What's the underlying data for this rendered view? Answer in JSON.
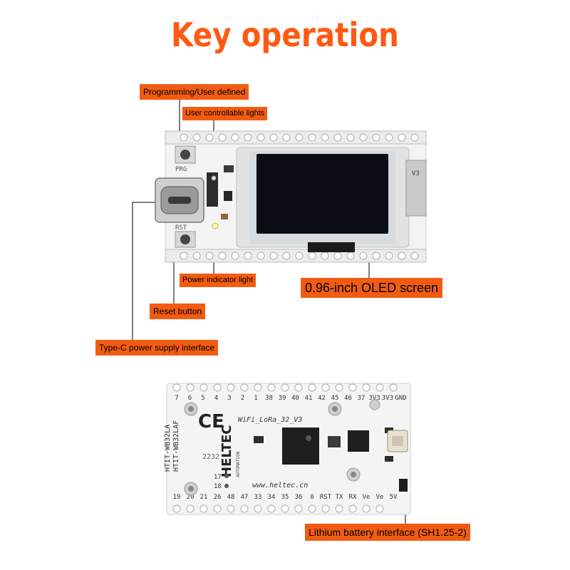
{
  "title": "Key operation",
  "labels": {
    "prog": "Programming/User defined",
    "user_lights": "User controllable lights",
    "power_light": "Power indicator light",
    "oled": "0.96-inch OLED screen",
    "reset": "Reset button",
    "typec": "Type-C power supply interface",
    "battery": "Lithium battery interface (SH1.25-2)"
  },
  "board_top": {
    "prg_text": "PRG",
    "rst_text": "RST",
    "version": "V3"
  },
  "board_bottom": {
    "top_pins": [
      "7",
      "6",
      "5",
      "4",
      "3",
      "2",
      "1",
      "38",
      "39",
      "40",
      "41",
      "42",
      "45",
      "46",
      "37",
      "3V3",
      "3V3",
      "GND"
    ],
    "bottom_pins": [
      "19",
      "20",
      "21",
      "26",
      "48",
      "47",
      "33",
      "34",
      "35",
      "36",
      "0",
      "RST",
      "TX",
      "RX",
      "Ve",
      "Ve",
      "5V"
    ],
    "model_1": "HTIT-WB32LA",
    "model_2": "HTIT-WB32LAF",
    "brand": "HELTEC",
    "brand_sub": "AUTOMATION",
    "ce": "CE",
    "board_name": "WiFi_LoRa_32_V3",
    "code": "2232",
    "pin_17": "17",
    "pin_18": "18",
    "website": "www.heltec.cn"
  },
  "colors": {
    "accent": "#f25c12",
    "title": "#ff5a12"
  }
}
